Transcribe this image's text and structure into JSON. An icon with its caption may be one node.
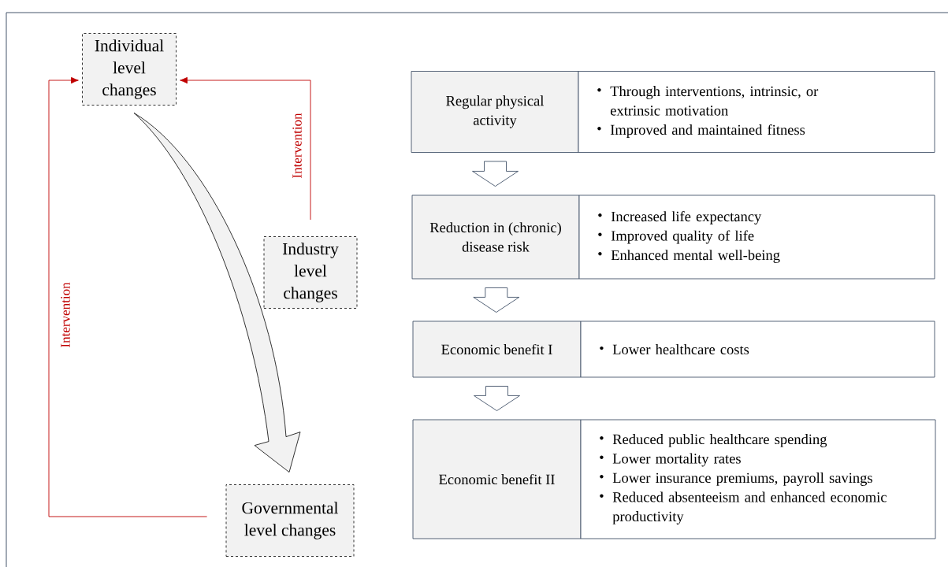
{
  "diagram": {
    "nodes": [
      {
        "text": [
          "Individual level changes"
        ]
      },
      {
        "text": [
          "Industry level changes"
        ]
      },
      {
        "text": [
          "Governmental level changes"
        ]
      },
      {
        "text": [
          "Regular physical activity"
        ]
      },
      {
        "text": [
          "Through interventions, intrinsic, or extrinsic motivation",
          "Improved and maintained fitness"
        ]
      },
      {
        "text": [
          "Reduction in (chronic) disease risk"
        ]
      },
      {
        "text": [
          "Increased life expectancy",
          "Improved quality of life",
          "Enhanced mental well-being"
        ]
      },
      {
        "text": [
          "Economic benefit I"
        ]
      },
      {
        "text": [
          "Lower healthcare costs"
        ]
      },
      {
        "text": [
          "Economic benefit II"
        ]
      },
      {
        "text": [
          "Reduced public healthcare spending",
          "Lower mortality rates",
          "Lower insurance premiums, payroll savings",
          "Reduced absenteeism and enhanced economic productivity"
        ]
      }
    ],
    "edges": [
      {
        "from": 0,
        "to": 2,
        "arrow": "to"
      },
      {
        "from": 1,
        "to": 0,
        "arrow": "to",
        "label": "Intervention",
        "color": "#c00000"
      },
      {
        "from": 2,
        "to": 0,
        "arrow": "to",
        "label": "Intervention",
        "color": "#c00000"
      },
      {
        "from": 3,
        "to": 5,
        "arrow": "to"
      },
      {
        "from": 5,
        "to": 7,
        "arrow": "to"
      },
      {
        "from": 7,
        "to": 9,
        "arrow": "to"
      }
    ]
  }
}
